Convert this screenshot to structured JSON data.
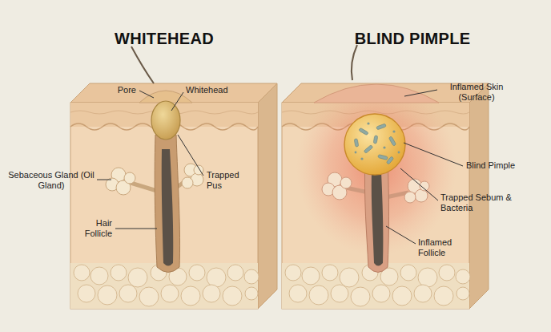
{
  "diagram": {
    "labels": [
      "WHITEHEAD",
      "BLIND PIMPLE",
      "Pore",
      "Whitehead",
      "Sebaceous Gland (Oil Gland)",
      "Trapped Pus",
      "Hair Follicle",
      "Inflamed Skin (Surface)",
      "Blind Pimple",
      "Trapped Sebum & Bacteria",
      "Inflamed Follicle"
    ]
  }
}
